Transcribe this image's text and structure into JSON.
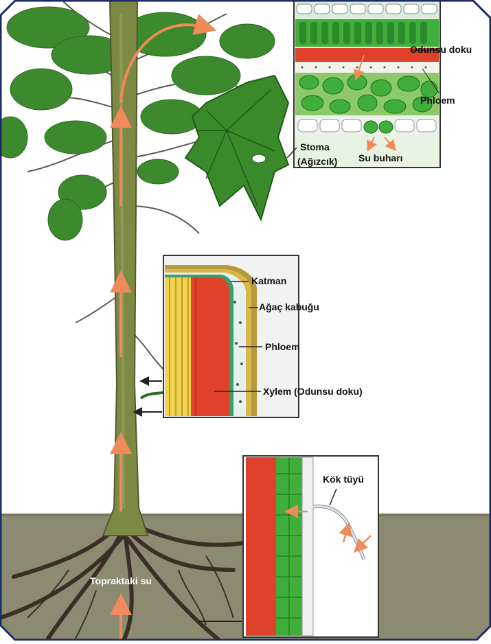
{
  "labels": {
    "odunsu_doku": "Odunsu doku",
    "phloem_top": "Phloem",
    "stoma_line1": "Stoma",
    "stoma_line2": "(Ağızcık)",
    "su_buhari": "Su buharı",
    "katman": "Katman",
    "agac_kabugu": "Ağaç kabuğu",
    "phloem_mid": "Phloem",
    "xylem": "Xylem (Odunsu doku)",
    "kok_tuyu": "Kök tüyü",
    "topraktaki_su": "Topraktaki su"
  },
  "colors": {
    "frame": "#1a2b6b",
    "soil": "#8d8a72",
    "trunk": "#7d8a45",
    "foliage": "#3d8a2e",
    "xylem_red": "#e0412b",
    "mesophyll_green": "#3fae3a",
    "flow_arrow": "#f08a5a"
  }
}
